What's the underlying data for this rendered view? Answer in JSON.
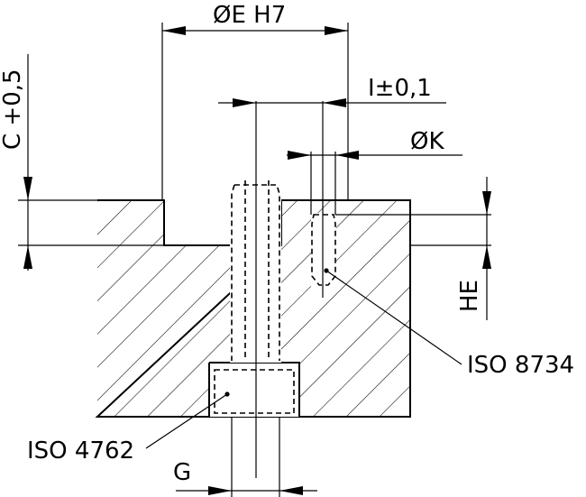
{
  "labels": {
    "dim_e": "ØE H7",
    "dim_i": "I±0,1",
    "dim_k": "ØK",
    "dim_c": "C +0,5",
    "dim_he": "HE",
    "dim_g": "G",
    "callout_iso8734": "ISO 8734",
    "callout_iso4762": "ISO 4762"
  },
  "colors": {
    "line": "#000000",
    "background": "#ffffff"
  }
}
